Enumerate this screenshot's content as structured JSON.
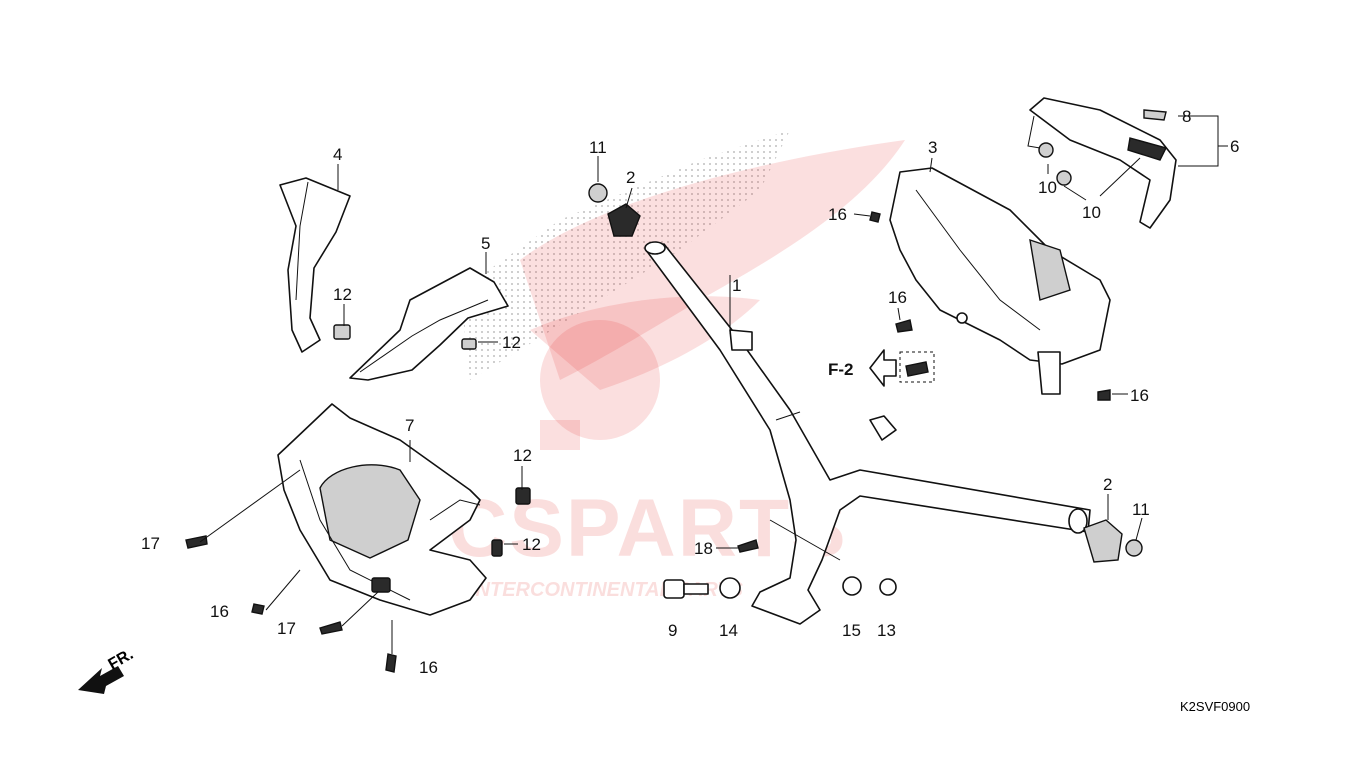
{
  "diagram": {
    "code": "K2SVF0900",
    "front_marker": "FR.",
    "ref_marker": "F-2",
    "watermark": {
      "brand": "CSPARTS",
      "tagline": "INTERCONTINENTAL PARTS",
      "accent": "#e53935"
    },
    "callouts": {
      "c1": "1",
      "c2a": "2",
      "c2b": "2",
      "c3": "3",
      "c4": "4",
      "c5": "5",
      "c6": "6",
      "c7": "7",
      "c8": "8",
      "c9": "9",
      "c10a": "10",
      "c10b": "10",
      "c11a": "11",
      "c11b": "11",
      "c12a": "12",
      "c12b": "12",
      "c12c": "12",
      "c12d": "12",
      "c13": "13",
      "c14": "14",
      "c15": "15",
      "c16a": "16",
      "c16b": "16",
      "c16c": "16",
      "c16d": "16",
      "c16e": "16",
      "c17a": "17",
      "c17b": "17",
      "c18": "18"
    }
  }
}
